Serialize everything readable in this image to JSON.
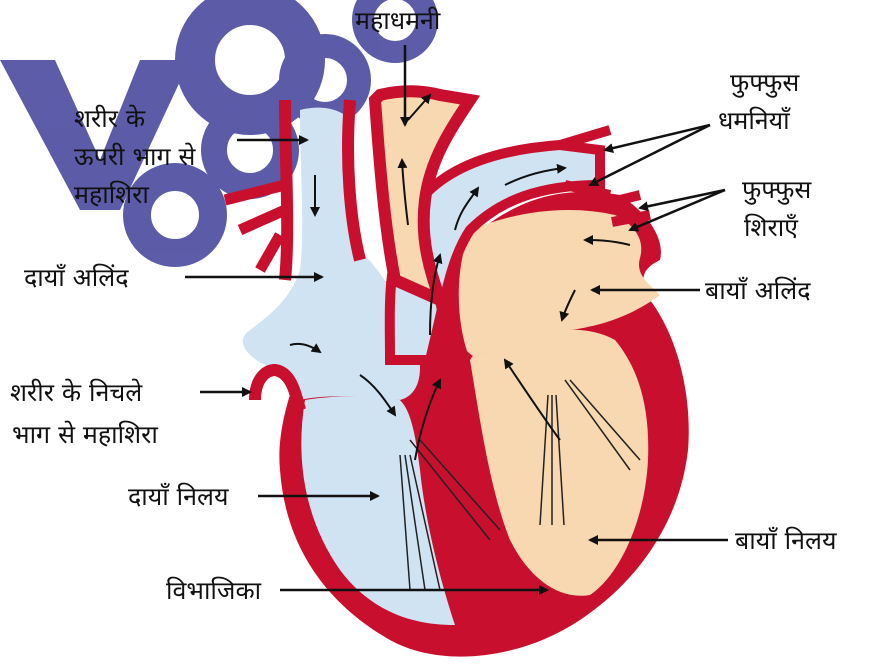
{
  "colors": {
    "muscle": "#c8102e",
    "deoxygenated": "#cfe3f3",
    "oxygenated": "#f8d8b0",
    "label_text": "#111111",
    "watermark": "#3f3f9a"
  },
  "watermark": {
    "text": "VO 8696"
  },
  "labels": {
    "aorta": "महाधमनी",
    "superior_vena_cava": {
      "line1": "शरीर के",
      "line2": "ऊपरी भाग से",
      "line3": "महाशिरा"
    },
    "pulmonary_arteries": {
      "line1": "फुफ्फुस",
      "line2": "धमनियाँ"
    },
    "pulmonary_veins": {
      "line1": "फुफ्फुस",
      "line2": "शिराएँ"
    },
    "right_atrium": "दायाँ अलिंद",
    "left_atrium": "बायाँ अलिंद",
    "inferior_vena_cava": {
      "line1": "शरीर के निचले",
      "line2": "भाग से महाशिरा"
    },
    "right_ventricle": "दायाँ निलय",
    "left_ventricle": "बायाँ निलय",
    "septum": "विभाजिका"
  }
}
